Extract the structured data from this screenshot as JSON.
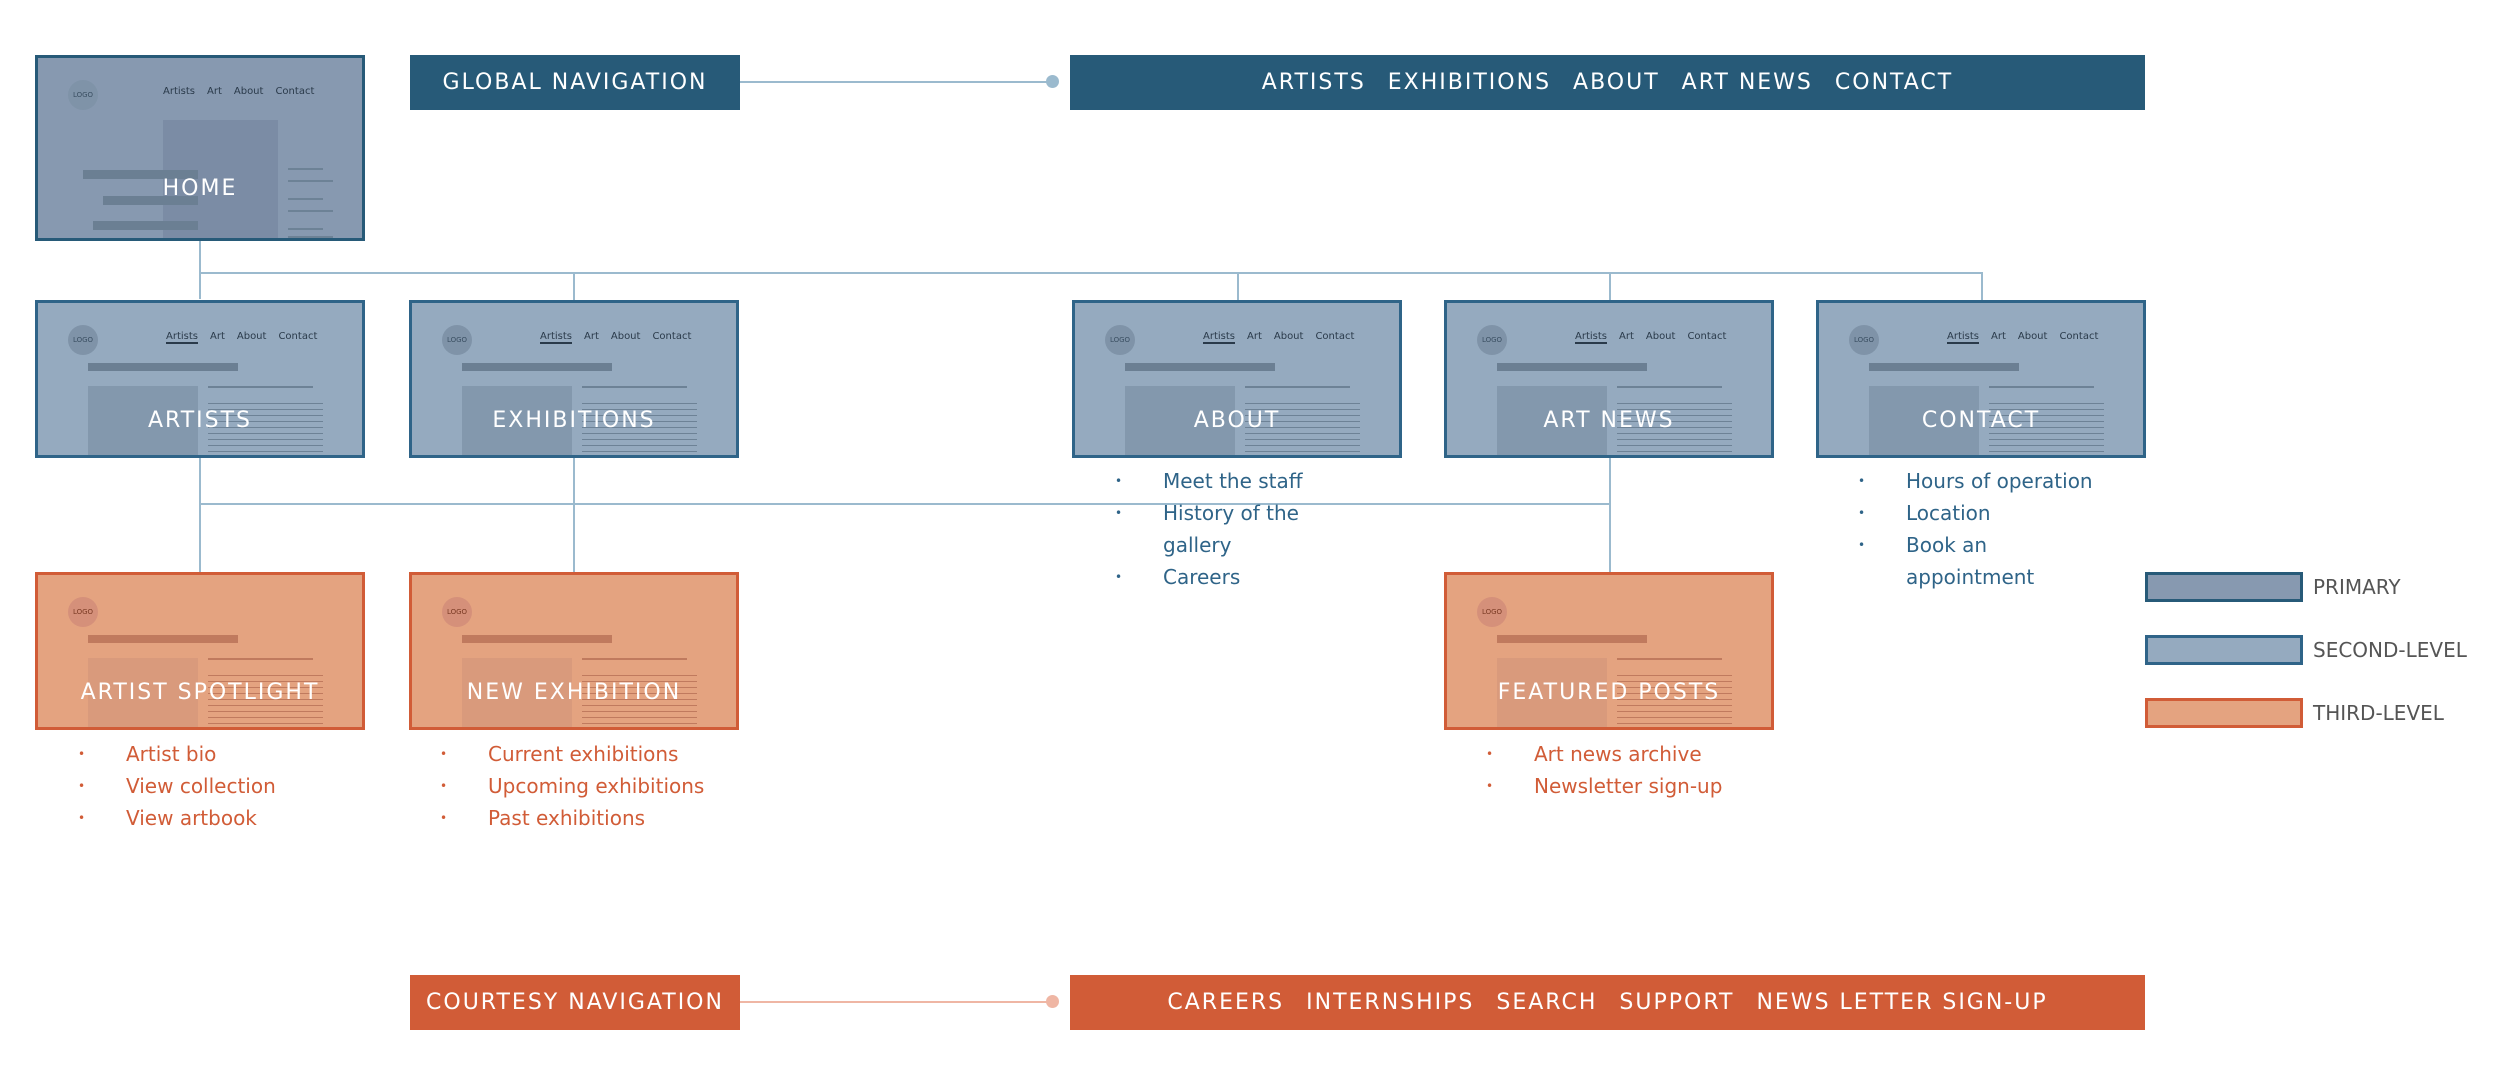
{
  "global_navigation": {
    "label": "GLOBAL NAVIGATION",
    "items": [
      "ARTISTS",
      "EXHIBITIONS",
      "ABOUT",
      "ART NEWS",
      "CONTACT"
    ]
  },
  "courtesy_navigation": {
    "label": "COURTESY NAVIGATION",
    "items": [
      "CAREERS",
      "INTERNSHIPS",
      "SEARCH",
      "SUPPORT",
      "NEWS LETTER SIGN-UP"
    ]
  },
  "wireframe": {
    "logo": "LOGO",
    "nav": [
      "Artists",
      "Art",
      "About",
      "Contact"
    ]
  },
  "home": {
    "label": "HOME"
  },
  "second_level": [
    {
      "label": "ARTISTS"
    },
    {
      "label": "EXHIBITIONS"
    },
    {
      "label": "ABOUT",
      "items": [
        "Meet the staff",
        "History of the gallery",
        "Careers"
      ]
    },
    {
      "label": "ART NEWS"
    },
    {
      "label": "CONTACT",
      "items": [
        "Hours of operation",
        "Location",
        "Book an appointment"
      ]
    }
  ],
  "third_level": [
    {
      "label": "ARTIST SPOTLIGHT",
      "items": [
        "Artist bio",
        "View collection",
        "View artbook"
      ]
    },
    {
      "label": "NEW EXHIBITION",
      "items": [
        "Current exhibitions",
        "Upcoming exhibitions",
        "Past exhibitions"
      ]
    },
    {
      "label": "FEATURED POSTS",
      "items": [
        "Art news archive",
        "Newsletter sign-up"
      ]
    }
  ],
  "legend": [
    {
      "label": "PRIMARY",
      "fill": "#8799b0",
      "stroke": "#275a78"
    },
    {
      "label": "SECOND-LEVEL",
      "fill": "#95aabf",
      "stroke": "#2f6488"
    },
    {
      "label": "THIRD-LEVEL",
      "fill": "#e4a380",
      "stroke": "#d15c37"
    }
  ],
  "colors": {
    "primary_blue": "#275a78",
    "accent_orange": "#d15c37",
    "connector_blue": "#9bbace",
    "connector_orange": "#efb6a4"
  }
}
